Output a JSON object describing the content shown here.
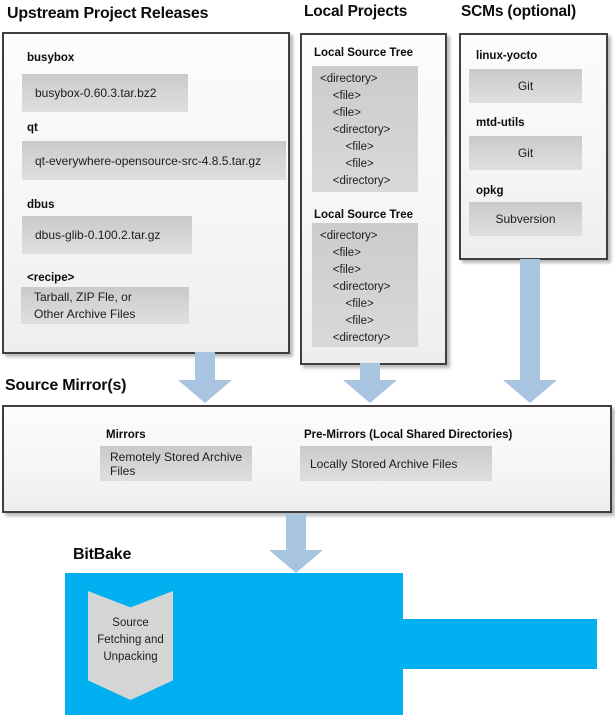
{
  "upstream": {
    "title": "Upstream Project Releases",
    "items": [
      {
        "label": "busybox",
        "file": "busybox-0.60.3.tar.bz2"
      },
      {
        "label": "qt",
        "file": "qt-everywhere-opensource-src-4.8.5.tar.gz"
      },
      {
        "label": "dbus",
        "file": "dbus-glib-0.100.2.tar.gz"
      },
      {
        "label": "<recipe>",
        "file_lines": [
          "Tarball, ZIP Fle, or",
          "Other Archive Files"
        ]
      }
    ]
  },
  "local_projects": {
    "title": "Local Projects",
    "trees": [
      {
        "label": "Local Source Tree",
        "lines": [
          "<directory>",
          "    <file>",
          "    <file>",
          "    <directory>",
          "        <file>",
          "        <file>",
          "    <directory>"
        ]
      },
      {
        "label": "Local Source Tree",
        "lines": [
          "<directory>",
          "    <file>",
          "    <file>",
          "    <directory>",
          "        <file>",
          "        <file>",
          "    <directory>"
        ]
      }
    ]
  },
  "scms": {
    "title": "SCMs (optional)",
    "items": [
      {
        "label": "linux-yocto",
        "tool": "Git"
      },
      {
        "label": "mtd-utils",
        "tool": "Git"
      },
      {
        "label": "opkg",
        "tool": "Subversion"
      }
    ]
  },
  "source_mirrors": {
    "title": "Source Mirror(s)",
    "mirrors_label": "Mirrors",
    "mirrors_value": "Remotely Stored Archive Files",
    "premirrors_label": "Pre-Mirrors (Local Shared Directories)",
    "premirrors_value": "Locally Stored Archive Files"
  },
  "bitbake": {
    "title": "BitBake",
    "ribbon_lines": [
      "Source",
      "Fetching and",
      "Unpacking"
    ]
  },
  "colors": {
    "bitbake_blue": "#00b0f0",
    "arrow_blue": "#a8c4e0",
    "panel_border": "#3f3f3f"
  }
}
